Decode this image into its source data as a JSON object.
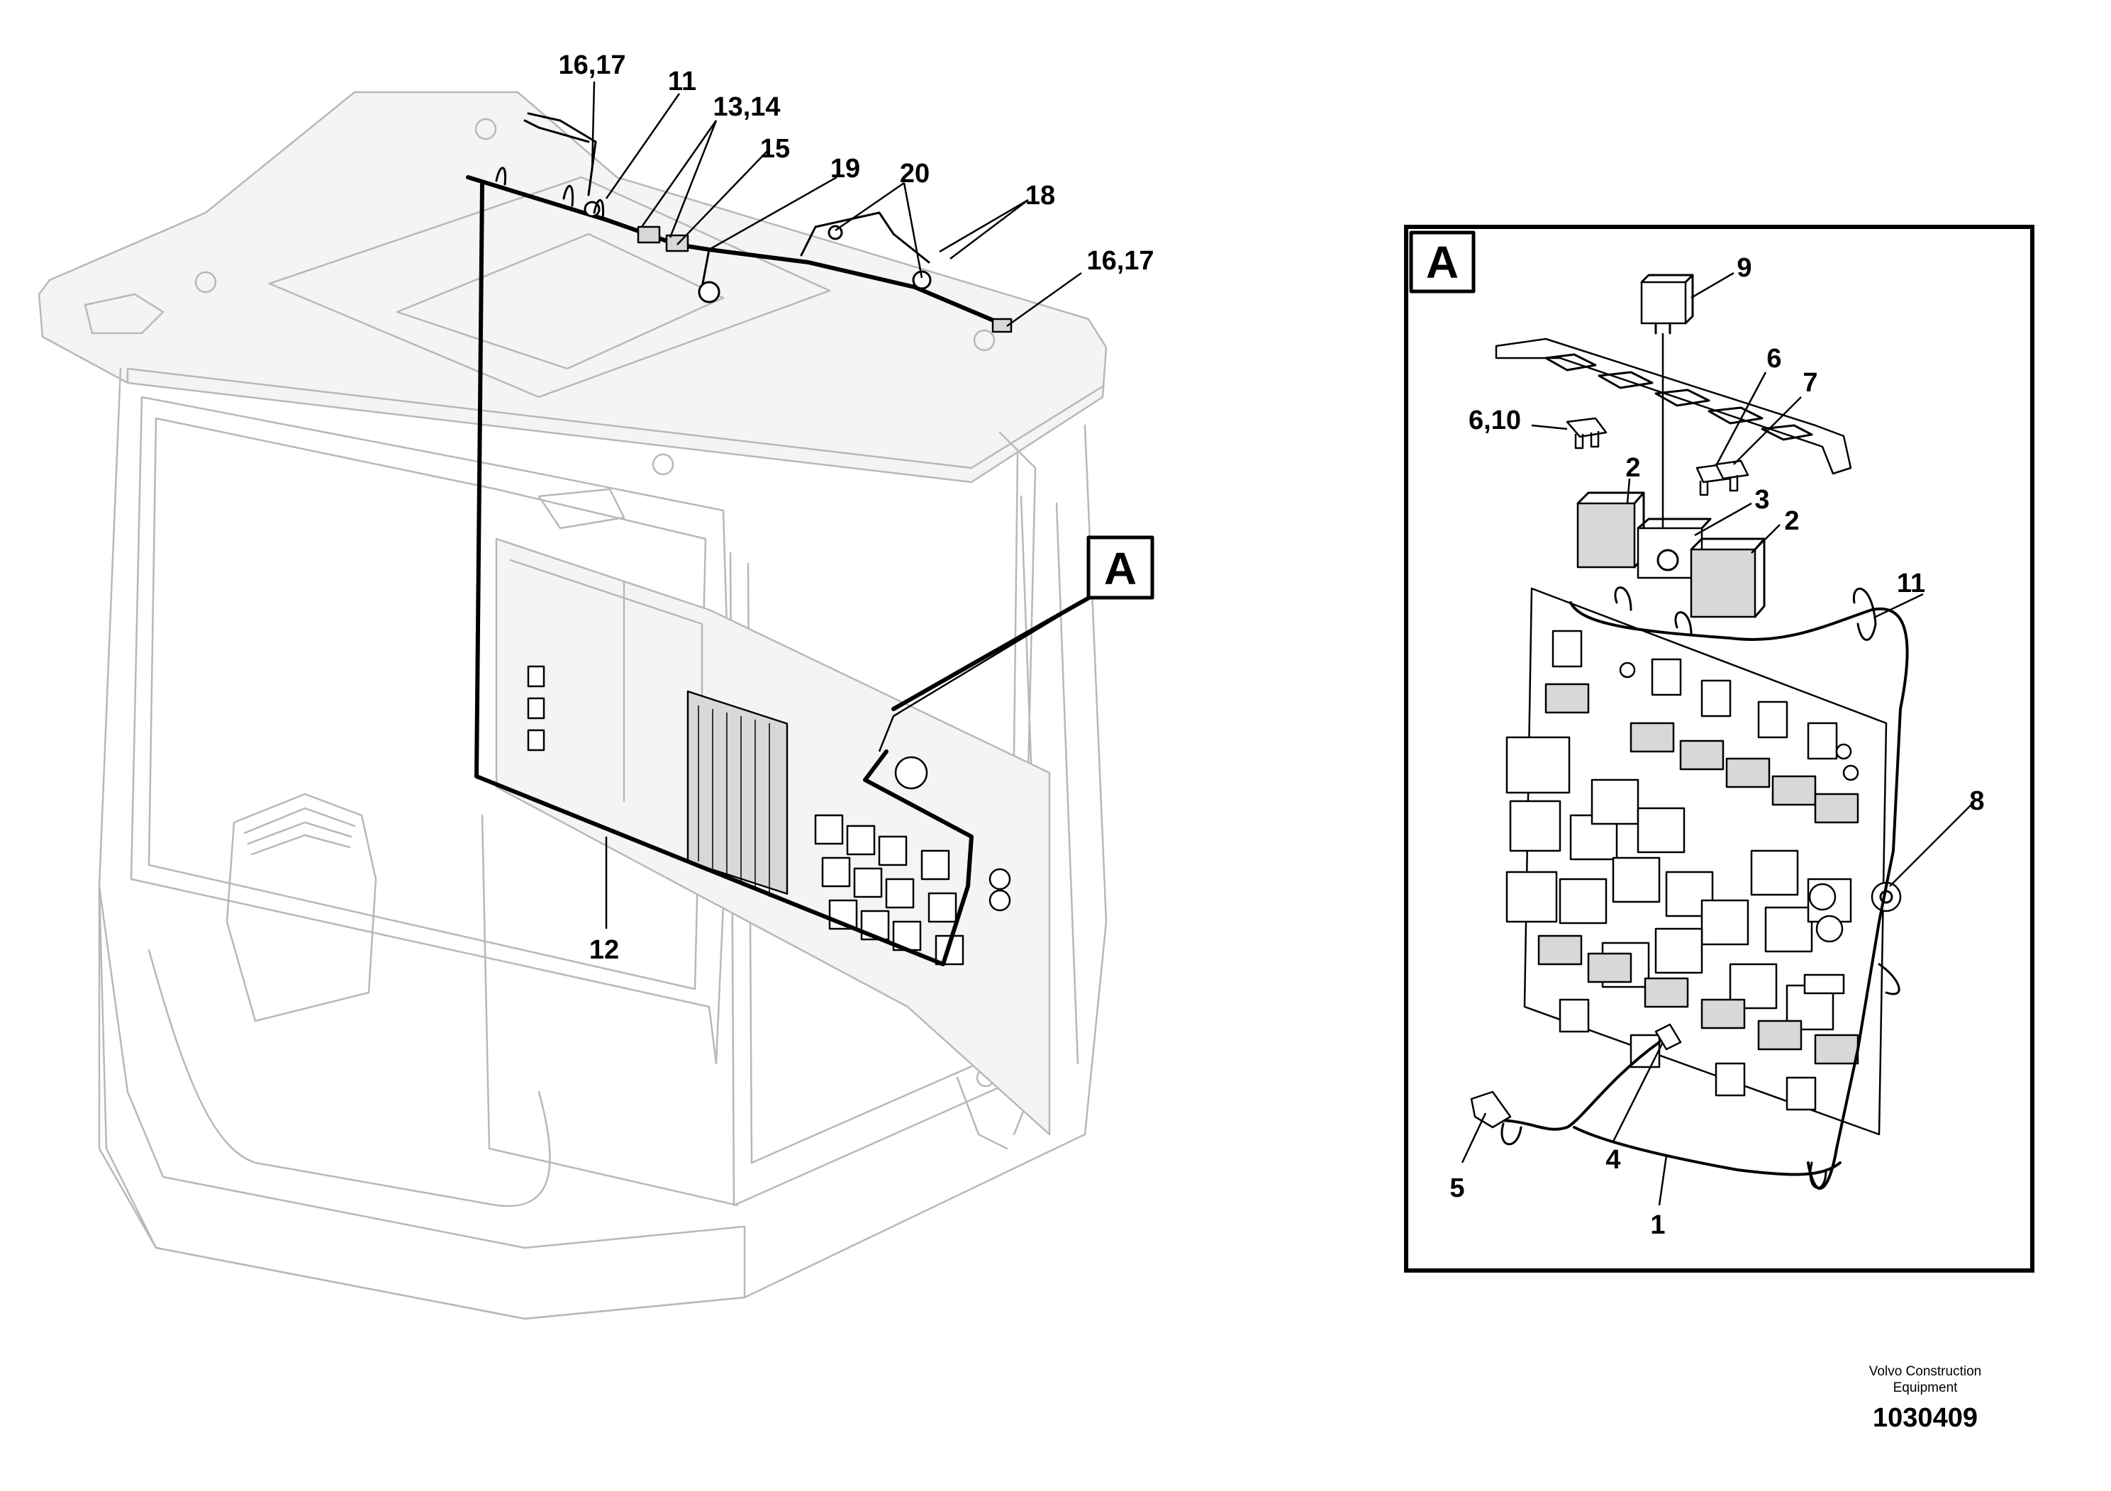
{
  "overview": {
    "callouts": [
      "16,17",
      "11",
      "13,14",
      "15",
      "19",
      "20",
      "18",
      "16,17",
      "12"
    ],
    "detail_marker": "A"
  },
  "detail": {
    "marker": "A",
    "callouts": [
      "9",
      "6,10",
      "6",
      "7",
      "2",
      "3",
      "2",
      "11",
      "8",
      "5",
      "4",
      "1"
    ]
  },
  "footer": {
    "credit_line1": "Volvo Construction",
    "credit_line2": "Equipment",
    "doc_number": "1030409"
  }
}
